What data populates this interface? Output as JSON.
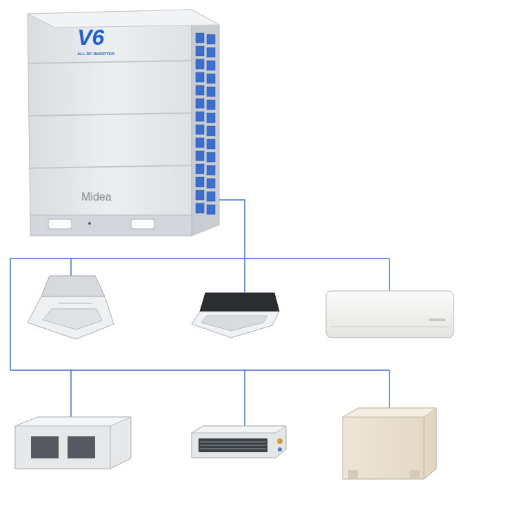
{
  "diagram": {
    "labels": [
      "V6",
      "ALL DC INVERTER",
      "Midea"
    ]
  }
}
